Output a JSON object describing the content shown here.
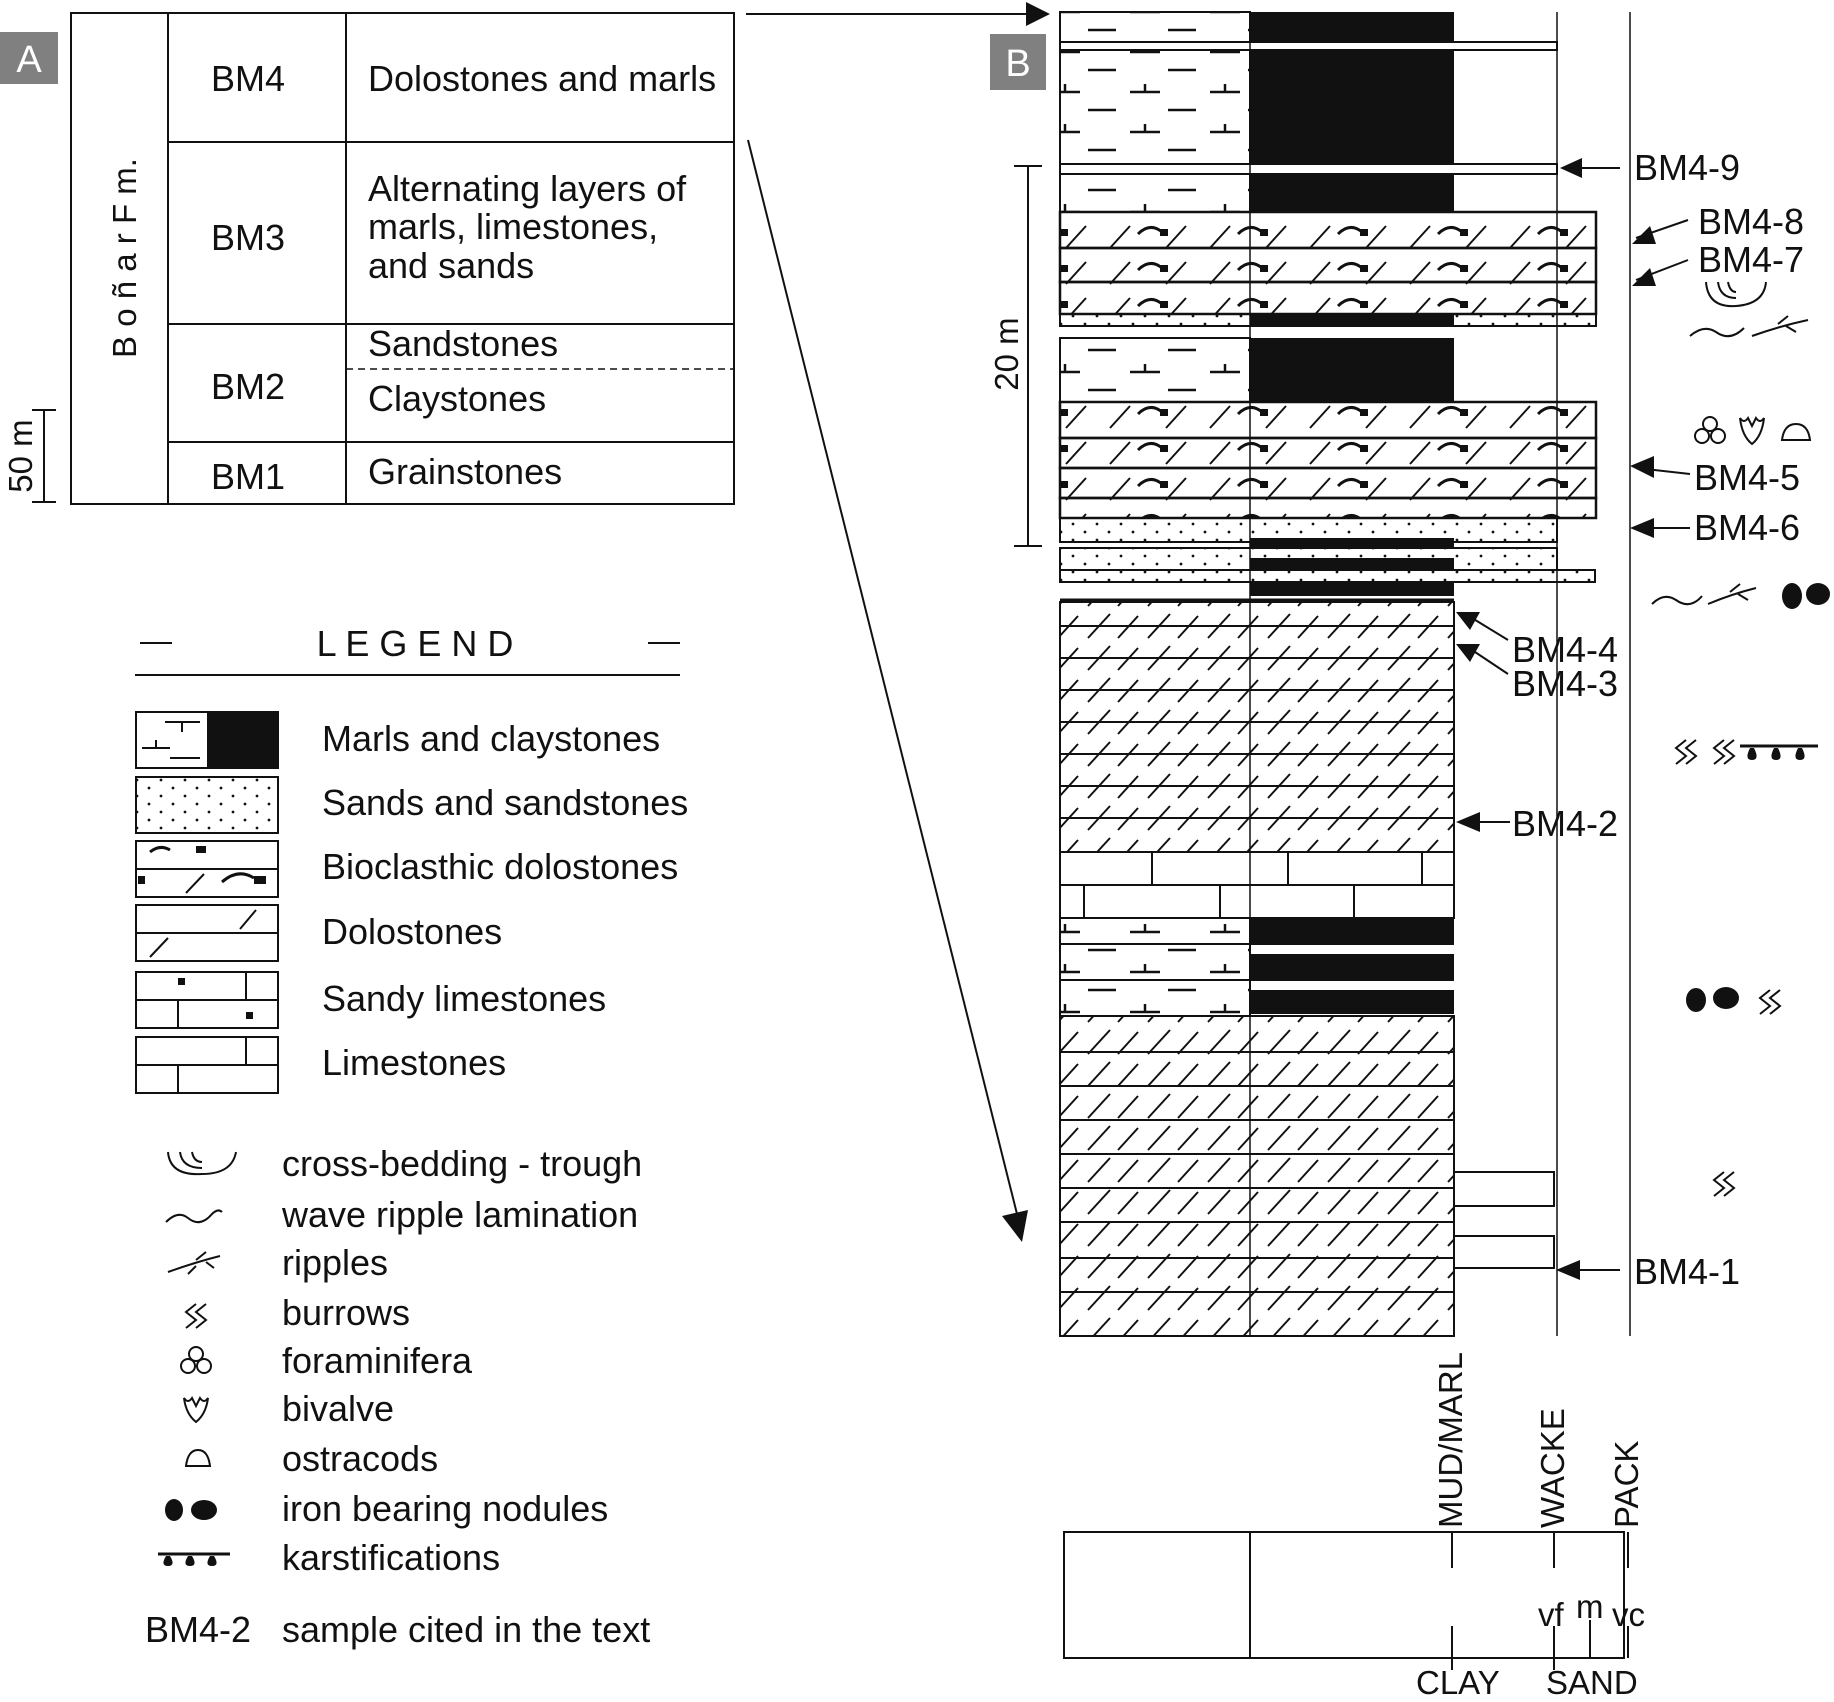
{
  "panel_a": {
    "tag": "A",
    "formation": "B o ñ a r  F m.",
    "scale_label": "50 m",
    "units": [
      {
        "id": "BM4",
        "desc": [
          "Dolostones and marls"
        ]
      },
      {
        "id": "BM3",
        "desc": [
          "Alternating layers of",
          "marls, limestones,",
          "and sands"
        ]
      },
      {
        "id": "BM2",
        "desc_top": "Sandstones",
        "desc_bottom": "Claystones"
      },
      {
        "id": "BM1",
        "desc": [
          "Grainstones"
        ]
      }
    ]
  },
  "legend": {
    "title": "L E G E N D",
    "lithologies": [
      "Marls and claystones",
      "Sands and sandstones",
      "Bioclasthic dolostones",
      "Dolostones",
      "Sandy limestones",
      "Limestones"
    ],
    "structures": [
      {
        "icon": "trough-cross-bedding-icon",
        "label": "cross-bedding - trough"
      },
      {
        "icon": "wave-ripple-icon",
        "label": "wave ripple lamination"
      },
      {
        "icon": "ripples-icon",
        "label": "ripples"
      },
      {
        "icon": "burrows-icon",
        "label": "burrows"
      },
      {
        "icon": "foraminifera-icon",
        "label": "foraminifera"
      },
      {
        "icon": "bivalve-icon",
        "label": "bivalve"
      },
      {
        "icon": "ostracods-icon",
        "label": "ostracods"
      },
      {
        "icon": "iron-nodules-icon",
        "label": "iron bearing nodules"
      },
      {
        "icon": "karstification-icon",
        "label": "karstifications"
      }
    ],
    "sample_code": "BM4-2",
    "sample_label": "sample cited in the text"
  },
  "panel_b": {
    "tag": "B",
    "scale_label": "20 m",
    "samples": [
      "BM4-9",
      "BM4-8",
      "BM4-7",
      "BM4-5",
      "BM4-6",
      "BM4-4",
      "BM4-3",
      "BM4-2",
      "BM4-1"
    ],
    "texture_labels": [
      "MUD/MARL",
      "WACKE",
      "PACK"
    ],
    "grain_labels": [
      "vf",
      "m",
      "vc"
    ],
    "bottom_labels": [
      "CLAY",
      "SAND"
    ]
  },
  "colors": {
    "ink": "#111111",
    "tag_bg": "#808080",
    "paper": "#ffffff"
  }
}
